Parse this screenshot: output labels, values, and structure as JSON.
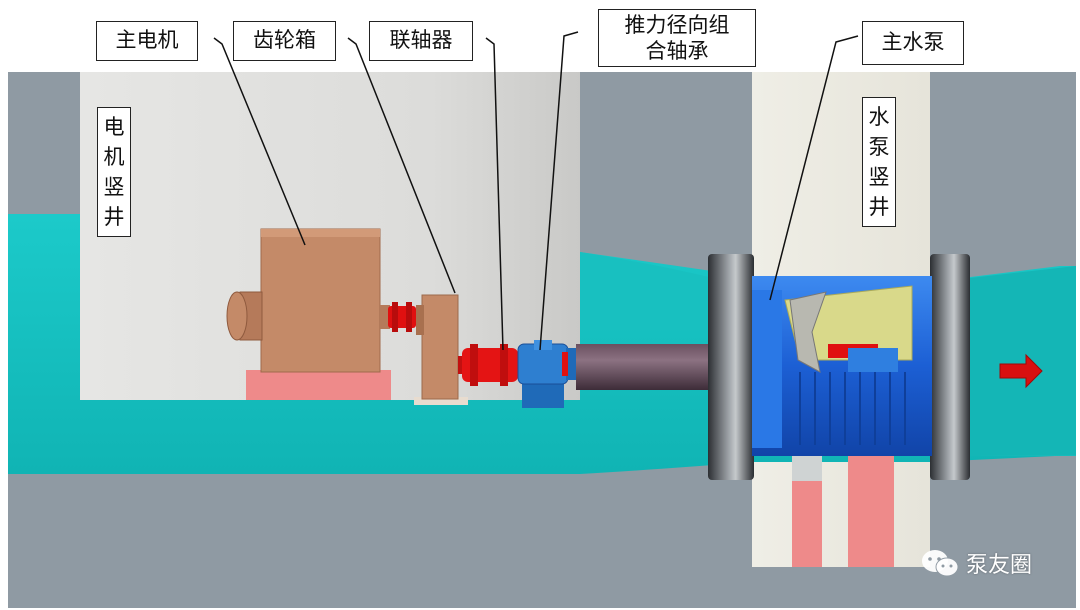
{
  "callouts": {
    "main_motor": "主电机",
    "gearbox": "齿轮箱",
    "coupling": "联轴器",
    "thrust_bearing_line1": "推力径向组",
    "thrust_bearing_line2": "合轴承",
    "main_pump": "主水泵"
  },
  "shafts": {
    "motor_shaft": [
      "电",
      "机",
      "竖",
      "井"
    ],
    "pump_shaft": [
      "水",
      "泵",
      "竖",
      "井"
    ]
  },
  "watermark": {
    "text": "泵友圈",
    "icon": "wechat-icon"
  },
  "colors": {
    "water": "#13c2c2",
    "ground": "#8f9aa3",
    "shaft_wall": "#e4e4e2",
    "motor": "#c48a68",
    "coupling": "#e01010",
    "pump_body": "#1e66d8",
    "bearing": "#2a6fc0",
    "pedestal": "#ee8a8a",
    "flow_arrow": "#d81010"
  }
}
